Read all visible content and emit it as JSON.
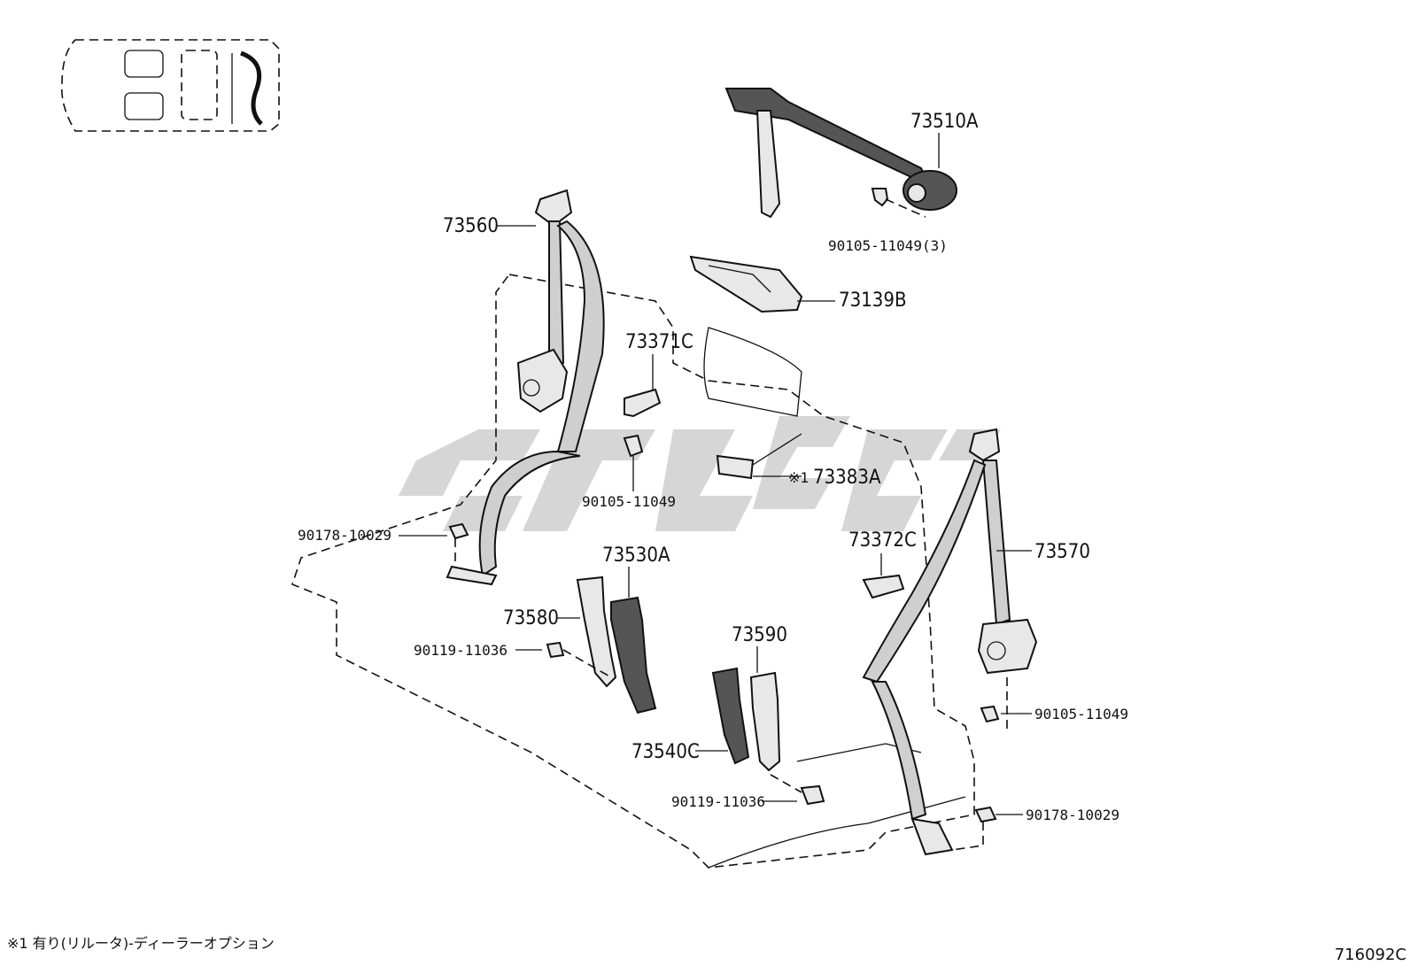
{
  "diagram": {
    "part_labels": {
      "p73510A": "73510A",
      "p90105_11049_3": "90105-11049(3)",
      "p73139B": "73139B",
      "p73560": "73560",
      "p73371C": "73371C",
      "p90105_11049_a": "90105-11049",
      "p73383A_mark": "※1",
      "p73383A": "73383A",
      "p90178_10029_a": "90178-10029",
      "p73530A": "73530A",
      "p73580": "73580",
      "p90119_11036_a": "90119-11036",
      "p73590": "73590",
      "p73540C": "73540C",
      "p90119_11036_b": "90119-11036",
      "p73372C": "73372C",
      "p73570": "73570",
      "p90105_11049_b": "90105-11049",
      "p90178_10029_b": "90178-10029"
    },
    "footnote": "※1 有り(リルータ)-ディーラーオプション",
    "figure_code": "716092C"
  }
}
